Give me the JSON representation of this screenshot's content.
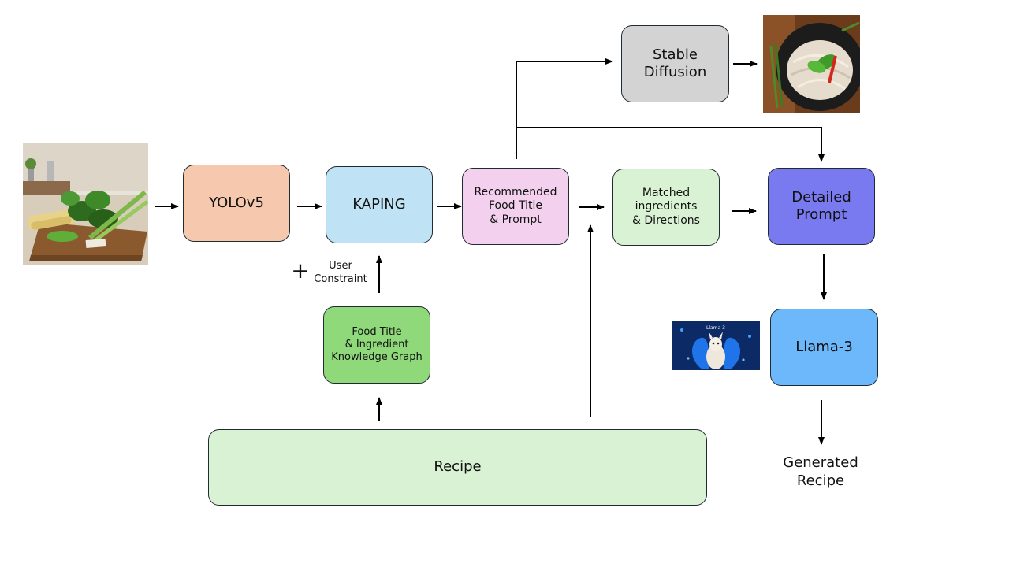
{
  "nodes": {
    "yolo": {
      "label": "YOLOv5",
      "fill": "#f6c9ae"
    },
    "kaping": {
      "label": "KAPING",
      "fill": "#bfe3f4"
    },
    "recommended": {
      "label": "Recommended\nFood Title\n& Prompt",
      "fill": "#f2d0ee"
    },
    "stable": {
      "label": "Stable\nDiffusion",
      "fill": "#d3d3d3"
    },
    "matched": {
      "label": "Matched\ningredients\n& Directions",
      "fill": "#d9f2d3"
    },
    "detailed": {
      "label": "Detailed\nPrompt",
      "fill": "#7a7af0"
    },
    "llama": {
      "label": "Llama-3",
      "fill": "#6cb8fb"
    },
    "kg": {
      "label": "Food Title\n& Ingredient\nKnowledge Graph",
      "fill": "#8fd97a"
    },
    "recipe": {
      "label": "Recipe",
      "fill": "#d9f2d3"
    }
  },
  "labels": {
    "user_constraint": "User\nConstraint",
    "plus": "+",
    "generated_recipe": "Generated\nRecipe",
    "llama_logo_text": "Llama 3"
  },
  "images": {
    "input_photo": "vegetables-on-cutting-board",
    "output_photo": "generated-noodle-dish",
    "llama_logo": "llama-3-logo"
  }
}
